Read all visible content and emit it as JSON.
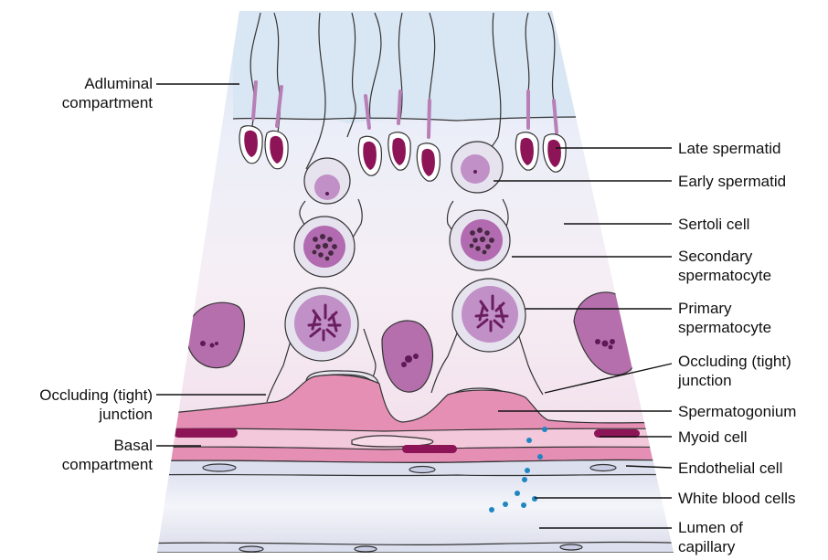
{
  "labels_left": {
    "adluminal": [
      "Adluminal",
      "compartment"
    ],
    "occluding": [
      "Occluding (tight)",
      "junction"
    ],
    "basal": [
      "Basal",
      "compartment"
    ]
  },
  "labels_right": {
    "late_spermatid": "Late spermatid",
    "early_spermatid": "Early spermatid",
    "sertoli_cell": "Sertoli cell",
    "secondary_spermatocyte": [
      "Secondary",
      "spermatocyte"
    ],
    "primary_spermatocyte": [
      "Primary",
      "spermatocyte"
    ],
    "occluding": [
      "Occluding (tight)",
      "junction"
    ],
    "spermatogonium": "Spermatogonium",
    "myoid_cell": "Myoid cell",
    "endothelial_cell": "Endothelial cell",
    "white_blood_cells": "White blood cells",
    "lumen": [
      "Lumen of",
      "capillary"
    ]
  },
  "colors": {
    "adluminal_bg": "#dde8f4",
    "sertoli_bg": "#f3e6ef",
    "membrane": "#d97aa3",
    "nucleus": "#a45a9e",
    "spermatid_head": "#8d1457",
    "wbc": "#1f86c2",
    "capillary": "#e9ebf3"
  }
}
